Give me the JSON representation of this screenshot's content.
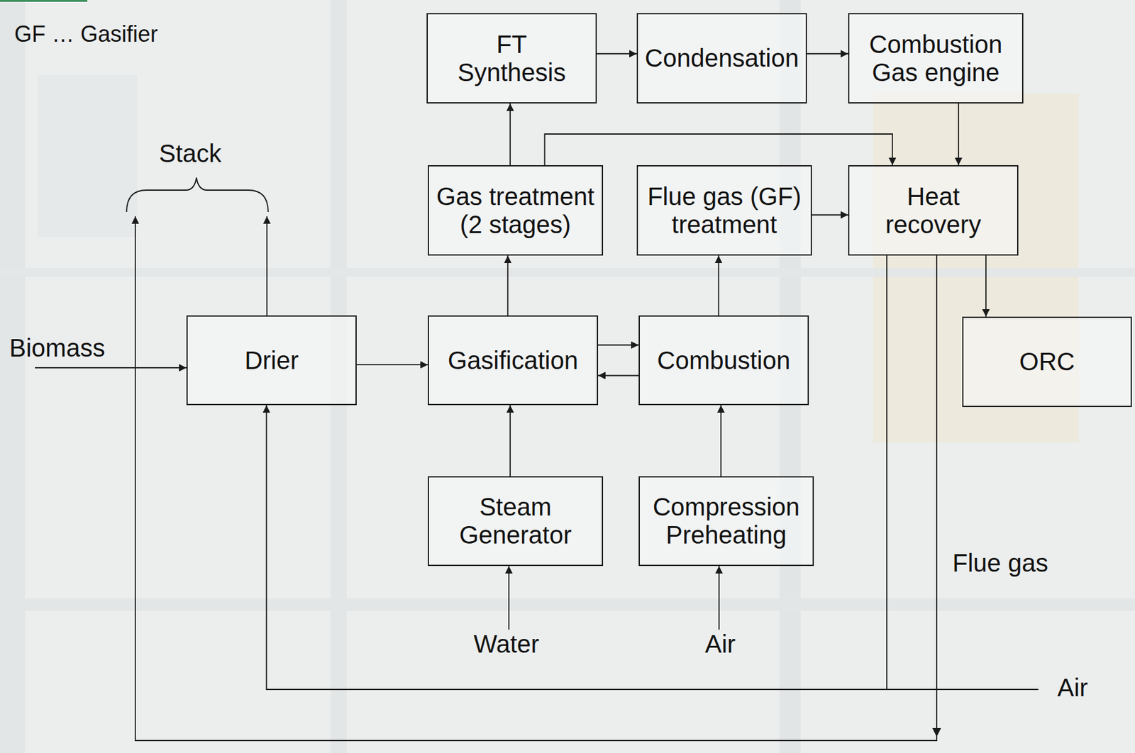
{
  "diagram": {
    "nodes": [
      {
        "text": [
          "FT Synthesis"
        ]
      },
      {
        "text": [
          "Condensation"
        ]
      },
      {
        "text": [
          "Combustion Gas engine"
        ]
      },
      {
        "text": [
          "Gas treatment (2 stages)"
        ]
      },
      {
        "text": [
          "Flue gas (GF) treatment"
        ]
      },
      {
        "text": [
          "Heat recovery"
        ]
      },
      {
        "text": [
          "Drier"
        ]
      },
      {
        "text": [
          "Gasification"
        ]
      },
      {
        "text": [
          "Combustion"
        ]
      },
      {
        "text": [
          "ORC"
        ]
      },
      {
        "text": [
          "Steam Generator"
        ]
      },
      {
        "text": [
          "Compression Preheating"
        ]
      }
    ],
    "edges": [
      {
        "from": 6,
        "to": 7,
        "arrow": "to"
      },
      {
        "from": 7,
        "to": 3,
        "arrow": "to"
      },
      {
        "from": 3,
        "to": 0,
        "arrow": "to"
      },
      {
        "from": 0,
        "to": 1,
        "arrow": "to"
      },
      {
        "from": 1,
        "to": 2,
        "arrow": "to"
      },
      {
        "from": 3,
        "to": 5,
        "arrow": "to"
      },
      {
        "from": 2,
        "to": 5,
        "arrow": "to"
      },
      {
        "from": 4,
        "to": 5,
        "arrow": "to"
      },
      {
        "from": 5,
        "to": 9,
        "arrow": "to"
      },
      {
        "from": 7,
        "to": 8,
        "arrow": "to"
      },
      {
        "from": 8,
        "to": 7,
        "arrow": "to"
      },
      {
        "from": 8,
        "to": 4,
        "arrow": "to"
      },
      {
        "from": 10,
        "to": 7,
        "arrow": "to"
      },
      {
        "from": 11,
        "to": 8,
        "arrow": "to"
      },
      {
        "from": 5,
        "to": 6,
        "arrow": "to"
      }
    ],
    "labels": [
      "GF … Gasifier",
      "Stack",
      "Biomass",
      "Flue gas",
      "Water",
      "Air",
      "Air"
    ]
  }
}
